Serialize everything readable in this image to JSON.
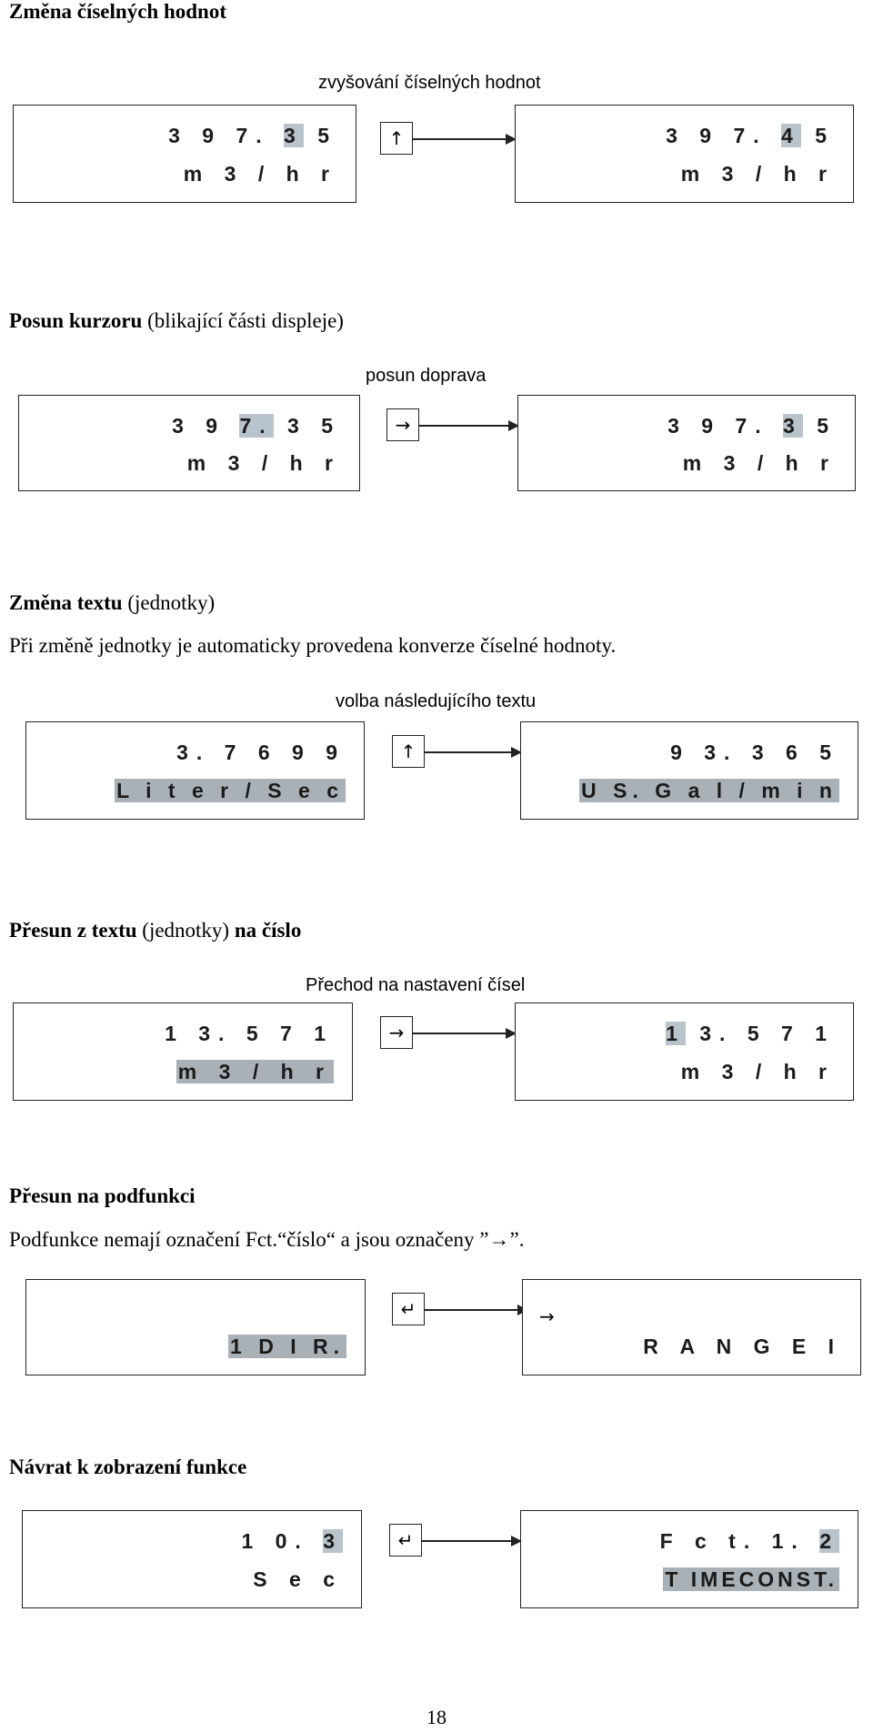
{
  "sections": {
    "s1": {
      "title": "Změna číselných hodnot",
      "caption": "zvyšování číselných hodnot",
      "key": "↑",
      "left": {
        "line1_pre": "3 9 7. ",
        "line1_hl": "3",
        "line1_post": " 5",
        "line2": "m 3 / h r"
      },
      "right": {
        "line1_pre": "3 9 7. ",
        "line1_hl": "4",
        "line1_post": " 5",
        "line2": "m 3 / h r"
      }
    },
    "s2": {
      "title_bold": "Posun kurzoru",
      "title_rest": " (blikající části displeje)",
      "caption": "posun doprava",
      "key": "→",
      "left": {
        "line1_pre": "3 9 ",
        "line1_hl": "7.",
        "line1_post": " 3 5",
        "line2": "m 3 / h r"
      },
      "right": {
        "line1_pre": "3 9 7. ",
        "line1_hl": "3",
        "line1_post": " 5",
        "line2": "m 3 / h r"
      }
    },
    "s3": {
      "title_bold": "Změna textu",
      "title_rest": " (jednotky)",
      "text": "Při změně jednotky je automaticky provedena konverze číselné hodnoty.",
      "caption": "volba následujícího textu",
      "key": "↑",
      "left": {
        "line1": "3. 7 6 9 9",
        "line2": "L i t e r / S e c"
      },
      "right": {
        "line1": "9 3. 3 6 5",
        "line2": "U S. G a l / m i n"
      }
    },
    "s4": {
      "title_a": "Přesun z textu",
      "title_b": " (jednotky) ",
      "title_c": "na číslo",
      "caption": "Přechod na nastavení čísel",
      "key": "→",
      "left": {
        "line1": "1 3. 5 7 1",
        "line2": "m 3 / h r"
      },
      "right": {
        "line1_hl": "1",
        "line1_post": " 3. 5 7 1",
        "line2": "m 3 / h r"
      }
    },
    "s5": {
      "title": "Přesun na podfunkci",
      "text": "Podfunkce nemají označení Fct.“číslo“ a jsou označeny ”→”.",
      "key": "↵",
      "left": {
        "line": "1   D I R."
      },
      "right": {
        "arrow": "→",
        "line": "R A N G E   I"
      }
    },
    "s6": {
      "title": "Návrat k zobrazení funkce",
      "key": "↵",
      "left": {
        "line1_pre": "1 0. ",
        "line1_hl": "3",
        "line2": "S e c"
      },
      "right": {
        "line1_pre": "F c t.  1. ",
        "line1_hl": "2",
        "line2": "T IMECONST."
      }
    }
  },
  "page_number": "18"
}
